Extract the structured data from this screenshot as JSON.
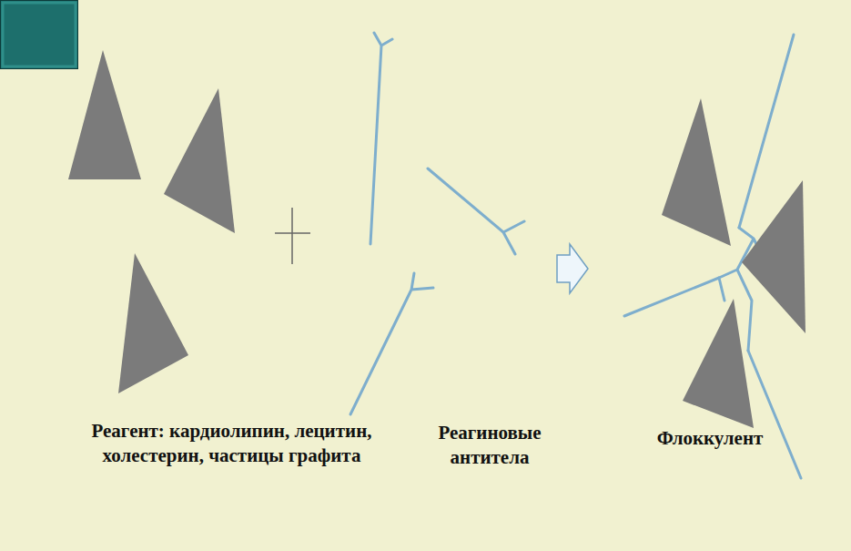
{
  "diagram": {
    "labels": [
      "Реагент: кардиолипин, лецитин, холестерин, частицы графита",
      "Реагиновые антитела",
      "Флоккулент"
    ]
  }
}
